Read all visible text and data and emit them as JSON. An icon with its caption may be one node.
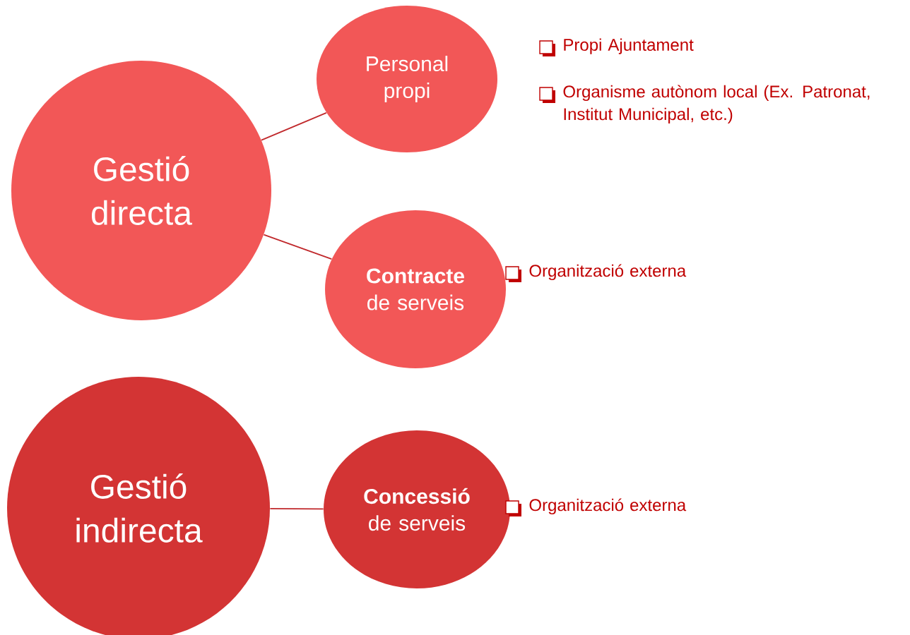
{
  "diagram": {
    "nodes": [
      {
        "text": [
          "Gestió directa"
        ]
      },
      {
        "text": [
          "Personal propi"
        ]
      },
      {
        "text": [
          "**Contracte** de serveis"
        ]
      },
      {
        "text": [
          "Gestió indirecta"
        ]
      },
      {
        "text": [
          "**Concessió** de serveis"
        ]
      }
    ],
    "edges": [
      {
        "from": 0,
        "to": 1,
        "arrow": "none"
      },
      {
        "from": 0,
        "to": 2,
        "arrow": "none"
      },
      {
        "from": 3,
        "to": 4,
        "arrow": "none"
      }
    ],
    "labels": [
      "Propi Ajuntament",
      "Organisme autònom local (Ex. Patronat, Institut Municipal, etc.)",
      "Organització externa",
      "Organització externa"
    ]
  }
}
